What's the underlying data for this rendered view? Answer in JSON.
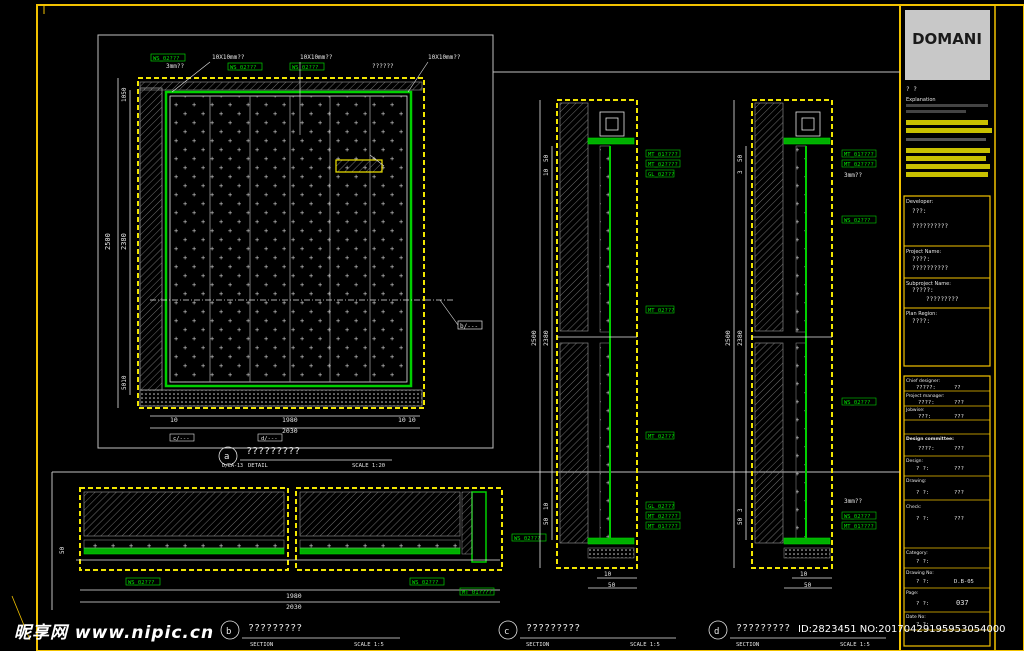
{
  "title_block": {
    "logo": "DOMANI",
    "question_mark_row": "?   ?",
    "explanation_label": "Explanation",
    "developer_label": "Developer:",
    "developer_value": "???:",
    "developer_value2": "??????????",
    "project_name_label": "Project Name:",
    "project_name_value": "????:",
    "project_name_value2": "??????????",
    "subproject_label": "Subproject Name:",
    "subproject_value": "?????:",
    "subproject_value2": "?????????",
    "plan_region_label": "Plan Region:",
    "plan_region_value": "????:",
    "chief_designer_label": "Chief designer:",
    "chief_designer_value": "?????:",
    "chief_designer_sig": "??",
    "project_manager_label": "Project manager:",
    "project_manager_value": "????:",
    "project_manager_sig": "???",
    "jobwise_label": "Jobwise:",
    "jobwise_value": "???:",
    "jobwise_sig": "???",
    "design_committee_label": "Design committee:",
    "design_committee_value": "????:",
    "design_committee_sig": "???",
    "design_label": "Design:",
    "design_value": "?   ?:",
    "design_sig": "???",
    "drawing_label": "Drawing:",
    "drawing_value": "?   ?:",
    "drawing_sig": "???",
    "check_label": "Check:",
    "check_value": "?   ?:",
    "check_sig": "???",
    "category_label": "Category:",
    "category_value": "?   ?:",
    "drawing_no_label": "Drawing No:",
    "drawing_no_value": "?   ?:",
    "drawing_no_code": "D.B-05",
    "page_label": "Page:",
    "page_value": "?   ?:",
    "page_no": "037",
    "date_label": "Date No:",
    "date_value": "?   ?:"
  },
  "drawings": {
    "a": {
      "letter": "a",
      "sheet": "D/EA-13",
      "title": "?????????",
      "caption": "DETAIL",
      "scale": "SCALE 1:20"
    },
    "b": {
      "letter": "b",
      "title": "?????????",
      "caption": "SECTION",
      "scale": "SCALE 1:5"
    },
    "c": {
      "letter": "c",
      "title": "?????????",
      "caption": "SECTION",
      "scale": "SCALE 1:5"
    },
    "d": {
      "letter": "d",
      "title": "?????????",
      "caption": "SECTION",
      "scale": "SCALE 1:5"
    }
  },
  "dimensions": {
    "a_top_labels": [
      "10X10mm??",
      "10X10mm??",
      "10X10mm??"
    ],
    "a_3mm": "3mm??",
    "a_ws": "WS_02???",
    "a_m": "??????",
    "a_height_total": "2500",
    "a_height_inner": "2380",
    "a_left_top": "1050",
    "a_left_bottom": "5010",
    "a_bottom_10a": "10",
    "a_bottom_1980": "1980",
    "a_bottom_10b": "10",
    "a_bottom_10c": "10",
    "a_bottom_2030": "2030",
    "a_tag": "b/---",
    "b_1980": "1980",
    "b_2030": "2030",
    "b_50": "50",
    "c_2500": "2500",
    "c_2380": "2380",
    "c_50": "50",
    "c_10": "10",
    "c_bottom_10": "10",
    "c_bottom_50": "50",
    "d_2500": "2500",
    "d_2380": "2380",
    "d_50": "50",
    "d_3": "3",
    "d_bottom_10": "10",
    "d_bottom_50": "50",
    "d_3mm": "3mm??",
    "tags_ws": [
      "WS_02???",
      "WS_02???",
      "WS_02???"
    ],
    "tags_mt": [
      "MT_01????",
      "MT_02????",
      "GL_02???",
      "MT_02???"
    ]
  },
  "watermark": {
    "site": "昵享网 www.nipic.cn",
    "id": "ID:2823451 NO:20170429195953054000"
  },
  "colors": {
    "frame": "#f2c200",
    "dashed": "#f2e600",
    "green": "#00d000",
    "hatch": "#9a9a9a",
    "white": "#e6e6e6"
  }
}
